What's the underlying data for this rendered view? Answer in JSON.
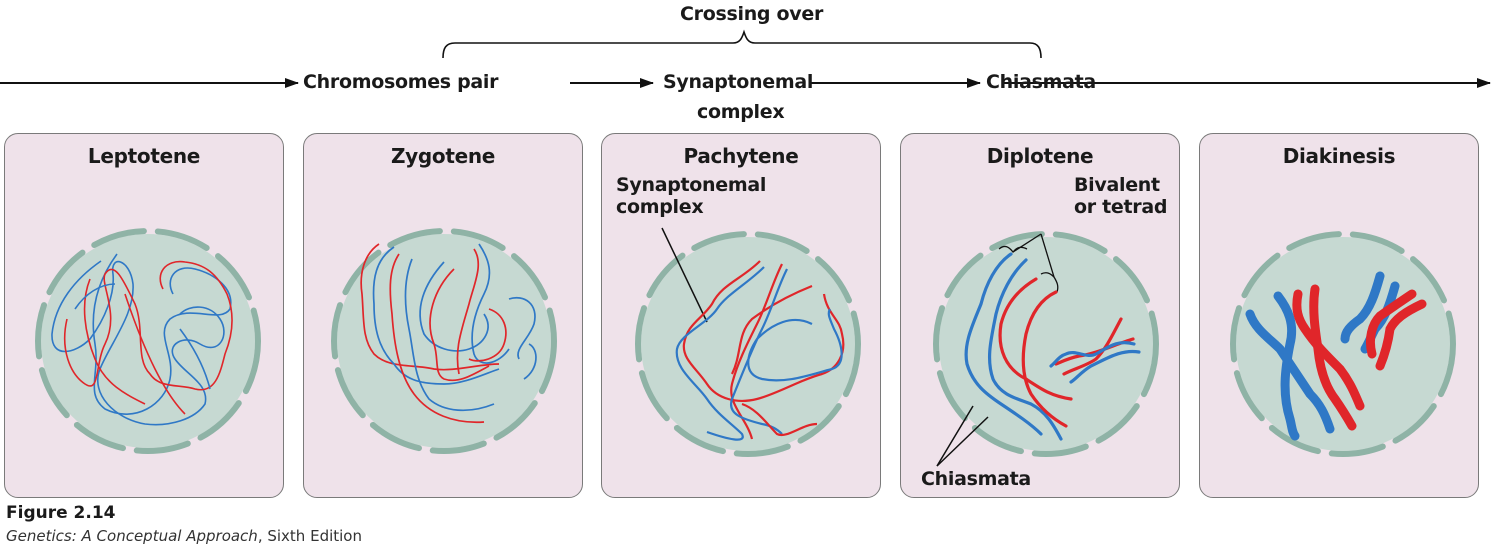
{
  "header": {
    "crossing_over": "Crossing over",
    "steps": [
      "Chromosomes pair",
      "Synaptonemal",
      "complex",
      "Chiasmata"
    ]
  },
  "colors": {
    "card_bg": "#efe2ea",
    "nucleus_fill": "#c6d9d2",
    "nucleus_rim": "#8fb3a6",
    "chromosome_blue": "#2f78c6",
    "chromosome_red": "#e0262a"
  },
  "stages": [
    {
      "title": "Leptotene"
    },
    {
      "title": "Zygotene"
    },
    {
      "title": "Pachytene",
      "labels": [
        "Synaptonemal",
        "complex"
      ]
    },
    {
      "title": "Diplotene",
      "labels": [
        "Bivalent",
        "or tetrad",
        "Chiasmata"
      ]
    },
    {
      "title": "Diakinesis"
    }
  ],
  "caption": {
    "figure": "Figure 2.14",
    "book": "Genetics: A Conceptual Approach",
    "edition": ", Sixth Edition"
  }
}
